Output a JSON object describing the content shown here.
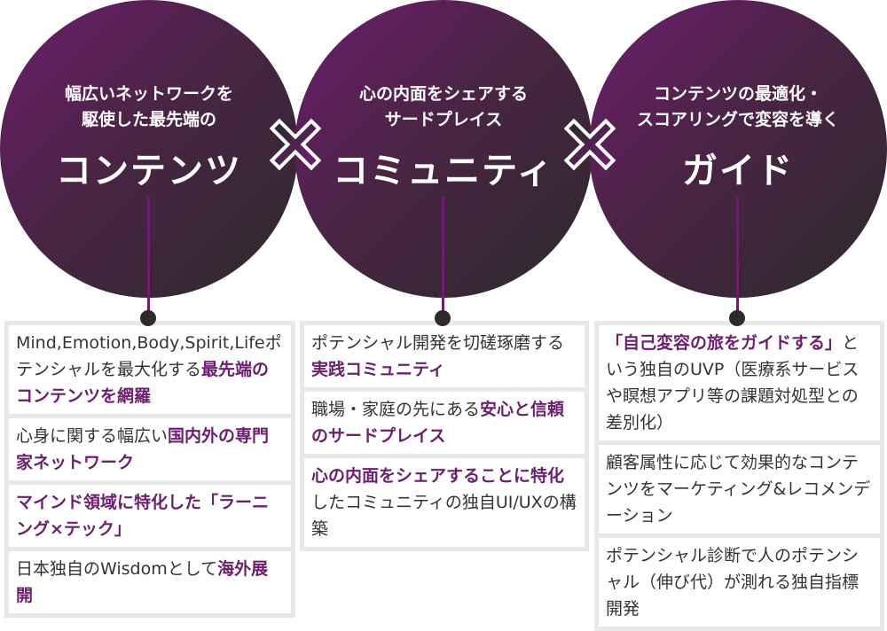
{
  "columns": [
    {
      "sub1": "幅広いネットワークを",
      "sub2": "駆使した最先端の",
      "main": "コンテンツ",
      "items": [
        [
          {
            "t": "Mind,Emotion,Body,Spirit,Lifeポテンシャルを最大化する",
            "b": false
          },
          {
            "t": "最先端のコンテンツを網羅",
            "b": true
          }
        ],
        [
          {
            "t": "心身に関する幅広い",
            "b": false
          },
          {
            "t": "国内外の専門家ネットワーク",
            "b": true
          }
        ],
        [
          {
            "t": "マインド領域に特化した「ラーニング×テック」",
            "b": true
          }
        ],
        [
          {
            "t": "日本独自のWisdomとして",
            "b": false
          },
          {
            "t": "海外展開",
            "b": true
          }
        ]
      ]
    },
    {
      "sub1": "心の内面をシェアする",
      "sub2": "サードプレイス",
      "main": "コミュニティ",
      "items": [
        [
          {
            "t": "ポテンシャル開発を切磋琢磨する",
            "b": false
          },
          {
            "t": "実践コミュニティ",
            "b": true
          }
        ],
        [
          {
            "t": "職場・家庭の先にある",
            "b": false
          },
          {
            "t": "安心と信頼のサードプレイス",
            "b": true
          }
        ],
        [
          {
            "t": "心の内面をシェアすることに特化",
            "b": true
          },
          {
            "t": "したコミュニティの独自UI/UXの構築",
            "b": false
          }
        ]
      ]
    },
    {
      "sub1": "コンテンツの最適化・",
      "sub2": "スコアリングで変容を導く",
      "main": "ガイド",
      "items": [
        [
          {
            "t": "「自己変容の旅をガイドする」",
            "b": true
          },
          {
            "t": "という独自のUVP（医療系サービスや瞑想アプリ等の課題対処型との差別化）",
            "b": false
          }
        ],
        [
          {
            "t": "顧客属性に応じて効果的なコンテンツをマーケティング&レコメンデーション",
            "b": false
          }
        ],
        [
          {
            "t": "ポテンシャル診断で人のポテンシャル（伸び代）が測れる独自指標開発",
            "b": false
          }
        ]
      ]
    }
  ],
  "connector": "×",
  "colors": {
    "accent": "#6b1f6e",
    "dark": "#2c2a2c"
  }
}
